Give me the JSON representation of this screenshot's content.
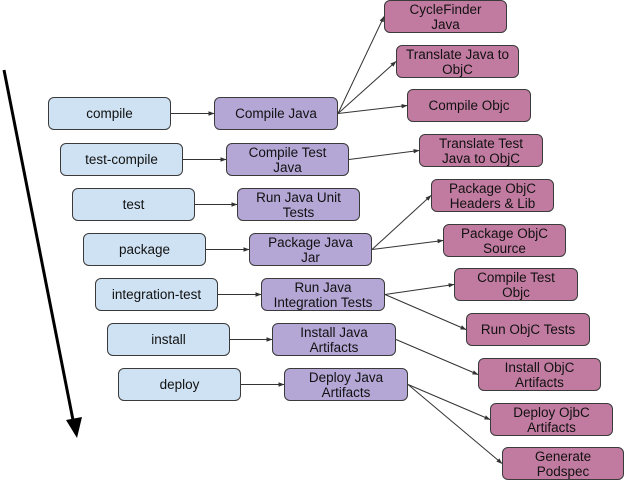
{
  "colors": {
    "phase": "#cfe2f3",
    "java": "#b4a7d6",
    "objc": "#c27ba0",
    "edge": "#333333",
    "timeline_arrow": "#000000"
  },
  "timeline_arrow": {
    "label": "",
    "direction": "down",
    "icon": "arrow-down-icon"
  },
  "nodes": [
    {
      "id": "compile",
      "kind": "phase",
      "label": "compile"
    },
    {
      "id": "test-compile",
      "kind": "phase",
      "label": "test-compile"
    },
    {
      "id": "test",
      "kind": "phase",
      "label": "test"
    },
    {
      "id": "package",
      "kind": "phase",
      "label": "package"
    },
    {
      "id": "integration-test",
      "kind": "phase",
      "label": "integration-test"
    },
    {
      "id": "install",
      "kind": "phase",
      "label": "install"
    },
    {
      "id": "deploy",
      "kind": "phase",
      "label": "deploy"
    },
    {
      "id": "compile-java",
      "kind": "java",
      "label": "Compile Java"
    },
    {
      "id": "compile-test-java",
      "kind": "java",
      "label": "Compile Test\nJava"
    },
    {
      "id": "run-java-unit-tests",
      "kind": "java",
      "label": "Run Java Unit\nTests"
    },
    {
      "id": "package-java-jar",
      "kind": "java",
      "label": "Package Java\nJar"
    },
    {
      "id": "run-java-integration-tests",
      "kind": "java",
      "label": "Run Java\nIntegration Tests"
    },
    {
      "id": "install-java-artifacts",
      "kind": "java",
      "label": "Install Java\nArtifacts"
    },
    {
      "id": "deploy-java-artifacts",
      "kind": "java",
      "label": "Deploy Java\nArtifacts"
    },
    {
      "id": "cyclefinder-java",
      "kind": "objc",
      "label": "CycleFinder\nJava"
    },
    {
      "id": "translate-java-to-objc",
      "kind": "objc",
      "label": "Translate Java to\nObjC"
    },
    {
      "id": "compile-objc",
      "kind": "objc",
      "label": "Compile Objc"
    },
    {
      "id": "translate-test-java-to-objc",
      "kind": "objc",
      "label": "Translate Test\nJava to ObjC"
    },
    {
      "id": "package-objc-headers-lib",
      "kind": "objc",
      "label": "Package ObjC\nHeaders & Lib"
    },
    {
      "id": "package-objc-source",
      "kind": "objc",
      "label": "Package ObjC\nSource"
    },
    {
      "id": "compile-test-objc",
      "kind": "objc",
      "label": "Compile Test\nObjc"
    },
    {
      "id": "run-objc-tests",
      "kind": "objc",
      "label": "Run ObjC Tests"
    },
    {
      "id": "install-objc-artifacts",
      "kind": "objc",
      "label": "Install ObjC\nArtifacts"
    },
    {
      "id": "deploy-ojbc-artifacts",
      "kind": "objc",
      "label": "Deploy OjbC\nArtifacts"
    },
    {
      "id": "generate-podspec",
      "kind": "objc",
      "label": "Generate\nPodspec"
    }
  ],
  "edges": [
    {
      "from": "compile",
      "to": "compile-java"
    },
    {
      "from": "test-compile",
      "to": "compile-test-java"
    },
    {
      "from": "test",
      "to": "run-java-unit-tests"
    },
    {
      "from": "package",
      "to": "package-java-jar"
    },
    {
      "from": "integration-test",
      "to": "run-java-integration-tests"
    },
    {
      "from": "install",
      "to": "install-java-artifacts"
    },
    {
      "from": "deploy",
      "to": "deploy-java-artifacts"
    },
    {
      "from": "compile-java",
      "to": "cyclefinder-java"
    },
    {
      "from": "compile-java",
      "to": "translate-java-to-objc"
    },
    {
      "from": "compile-java",
      "to": "compile-objc"
    },
    {
      "from": "compile-test-java",
      "to": "translate-test-java-to-objc"
    },
    {
      "from": "package-java-jar",
      "to": "package-objc-headers-lib"
    },
    {
      "from": "package-java-jar",
      "to": "package-objc-source"
    },
    {
      "from": "run-java-integration-tests",
      "to": "compile-test-objc"
    },
    {
      "from": "run-java-integration-tests",
      "to": "run-objc-tests"
    },
    {
      "from": "install-java-artifacts",
      "to": "install-objc-artifacts"
    },
    {
      "from": "deploy-java-artifacts",
      "to": "deploy-ojbc-artifacts"
    },
    {
      "from": "deploy-java-artifacts",
      "to": "generate-podspec"
    }
  ]
}
